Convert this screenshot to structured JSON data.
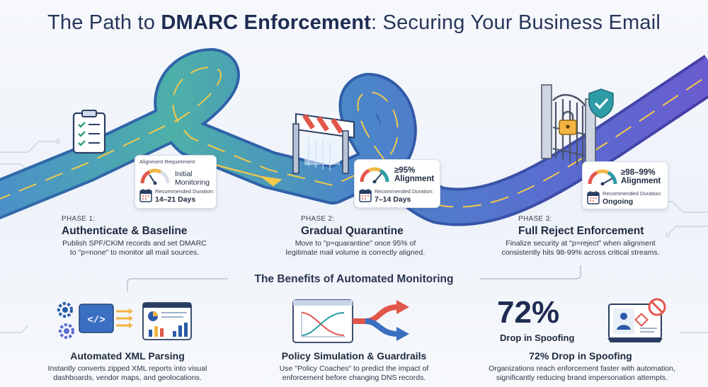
{
  "title": {
    "prefix": "The Path to ",
    "bold": "DMARC Enforcement",
    "suffix": ": Securing Your Business Email"
  },
  "phases": [
    {
      "label": "PHASE 1:",
      "title": "Authenticate & Baseline",
      "desc_line1": "Publish SPF/CKIM records and set DMARC",
      "desc_line2": "to \"p=none\" to monitor all mail sources.",
      "card": {
        "header": "Alignment Requirement",
        "metric_line1": "Initial",
        "metric_line2": "Monitoring",
        "duration_label": "Recommended Duration:",
        "duration": "14–21 Days"
      }
    },
    {
      "label": "PHASE 2:",
      "title": "Gradual Quarantine",
      "desc_line1": "Move to \"p=quarantine\" once 95% of",
      "desc_line2": "legitimate mail volume is correctly aligned.",
      "card": {
        "metric_line1": "≥95%",
        "metric_line2": "Alignment",
        "duration_label": "Recommended Duration:",
        "duration": "7–14 Days"
      }
    },
    {
      "label": "PHASE 3:",
      "title": "Full Reject Enforcement",
      "desc_line1": "Finalize security at \"p=reject\" when alignment",
      "desc_line2": "consistently hits 98-99% across critical streams.",
      "card": {
        "metric_line1": "≥98–99%",
        "metric_line2": "Alignment",
        "duration_label": "Recommended Duration:",
        "duration": "Ongoing"
      }
    }
  ],
  "benefits_heading": "The Benefits of Automated Monitoring",
  "benefits": [
    {
      "title": "Automated XML Parsing",
      "desc_line1": "Instantly converts zipped XML reports into visual",
      "desc_line2": "dashboards, vendor maps, and geolocations.",
      "icon_text": "</>"
    },
    {
      "title": "Policy Simulation & Guardrails",
      "desc_line1": "Use \"Policy Coaches\" to predict the impact of",
      "desc_line2": "enforcement before changing DNS records."
    },
    {
      "title": "72% Drop in Spoofing",
      "desc_line1": "Organizations reach enforcement faster with automation,",
      "desc_line2": "significantly reducing brand impersonation attempts.",
      "stat_value": "72%",
      "stat_label": "Drop in Spoofing"
    }
  ],
  "colors": {
    "road_start": "#4fb3a9",
    "road_mid": "#4b82c8",
    "road_end": "#6b57c8",
    "center_line": "#f2c94c",
    "gauge_red": "#e2574c",
    "gauge_amber": "#f2b544",
    "gauge_teal": "#2d9ca6"
  },
  "icons": [
    "clipboard-checklist-icon",
    "barrier-gate-icon",
    "iron-gate-icon",
    "padlock-icon",
    "shield-check-icon",
    "calendar-icon",
    "gauge-icon",
    "gear-icon",
    "code-icon",
    "dashboard-icon",
    "split-arrows-icon",
    "monitor-warning-icon",
    "no-entry-icon"
  ]
}
